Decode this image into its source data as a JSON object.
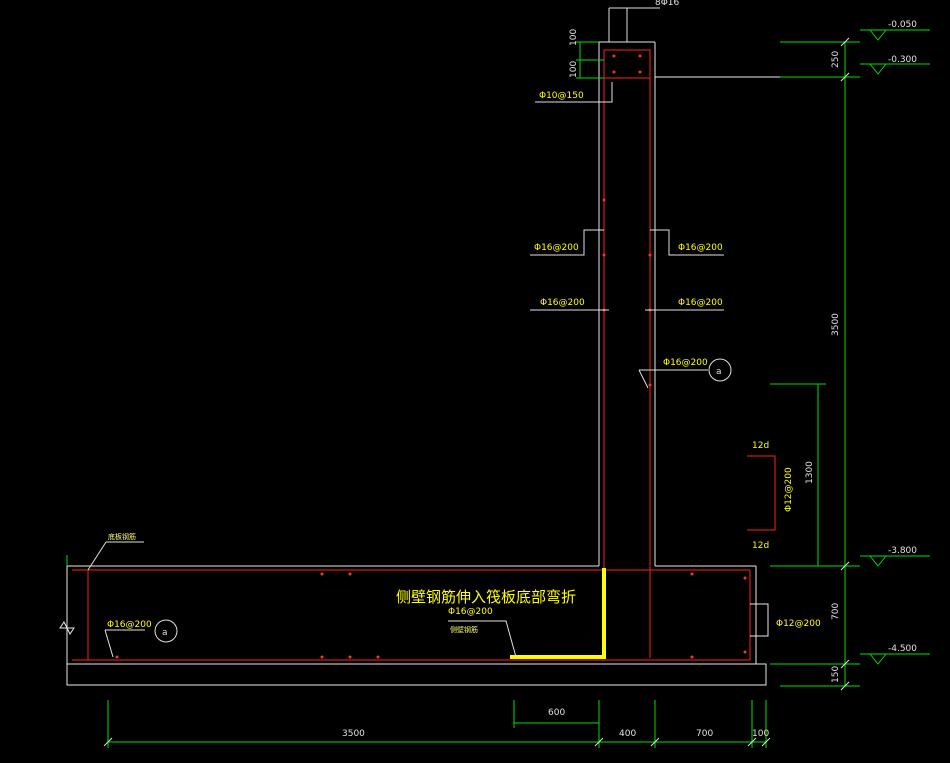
{
  "drawing": {
    "annotation_note": "侧壁钢筋伸入筏板底部弯折",
    "top_label": "8Φ16",
    "elevations": {
      "e1": "-0.050",
      "e2": "-0.300",
      "e3": "-3.800",
      "e4": "-4.500"
    },
    "rebar_labels": {
      "tie": "Φ10@150",
      "left_upper": "Φ16@200",
      "right_upper": "Φ16@200",
      "left_mid": "Φ16@200",
      "right_mid": "Φ16@200",
      "wall_a": "Φ16@200",
      "slab_left": "Φ16@200",
      "slab_inner": "Φ16@200",
      "side_right": "Φ12@200",
      "hook_bar": "Φ12@200",
      "top_bar_name": "底板钢筋",
      "side_bar_name": "侧壁钢筋"
    },
    "markers": {
      "wall_marker": "a",
      "slab_marker": "a"
    },
    "hook": {
      "top": "12d",
      "bottom": "12d"
    },
    "dims_vertical": {
      "d250": "250",
      "d3500": "3500",
      "d1300": "1300",
      "d700": "700",
      "d150": "150",
      "d100a": "100",
      "d100b": "100"
    },
    "dims_horizontal": {
      "d600": "600",
      "d3500": "3500",
      "d400": "400",
      "d700": "700",
      "d100": "100"
    },
    "colors": {
      "background": "#000000",
      "outline": "#ffffff",
      "rebar": "#ff2020",
      "dimension": "#00ff00",
      "highlight": "#ffff00"
    }
  }
}
